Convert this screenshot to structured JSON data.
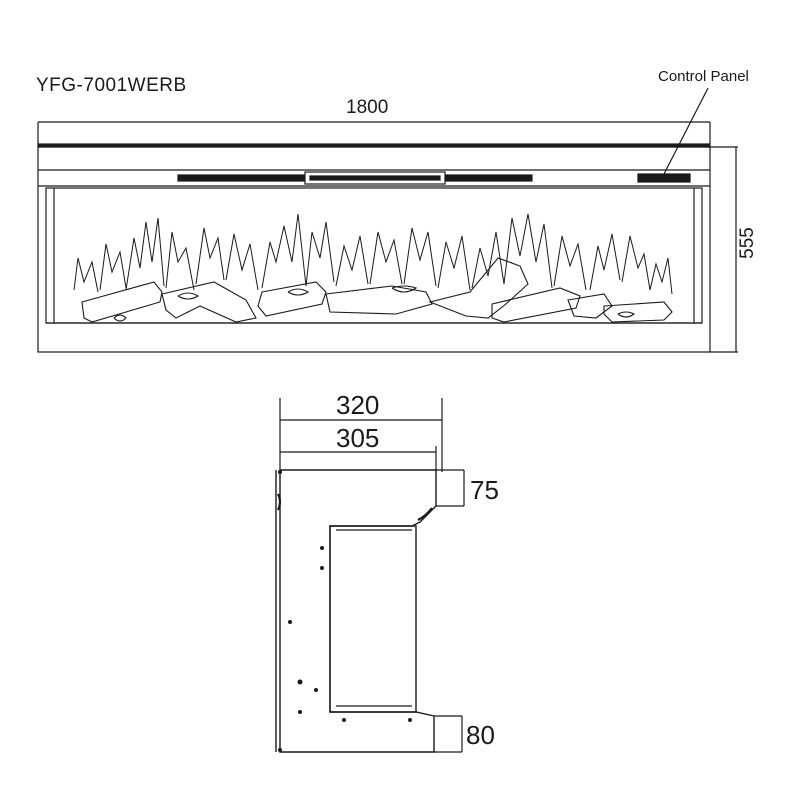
{
  "diagram": {
    "model": "YFG-7001WERB",
    "control_panel_label": "Control Panel",
    "front_view": {
      "width": "1800",
      "height": "555"
    },
    "side_view": {
      "depth_total": "320",
      "depth_body": "305",
      "top_step": "75",
      "bottom_step": "80"
    }
  }
}
